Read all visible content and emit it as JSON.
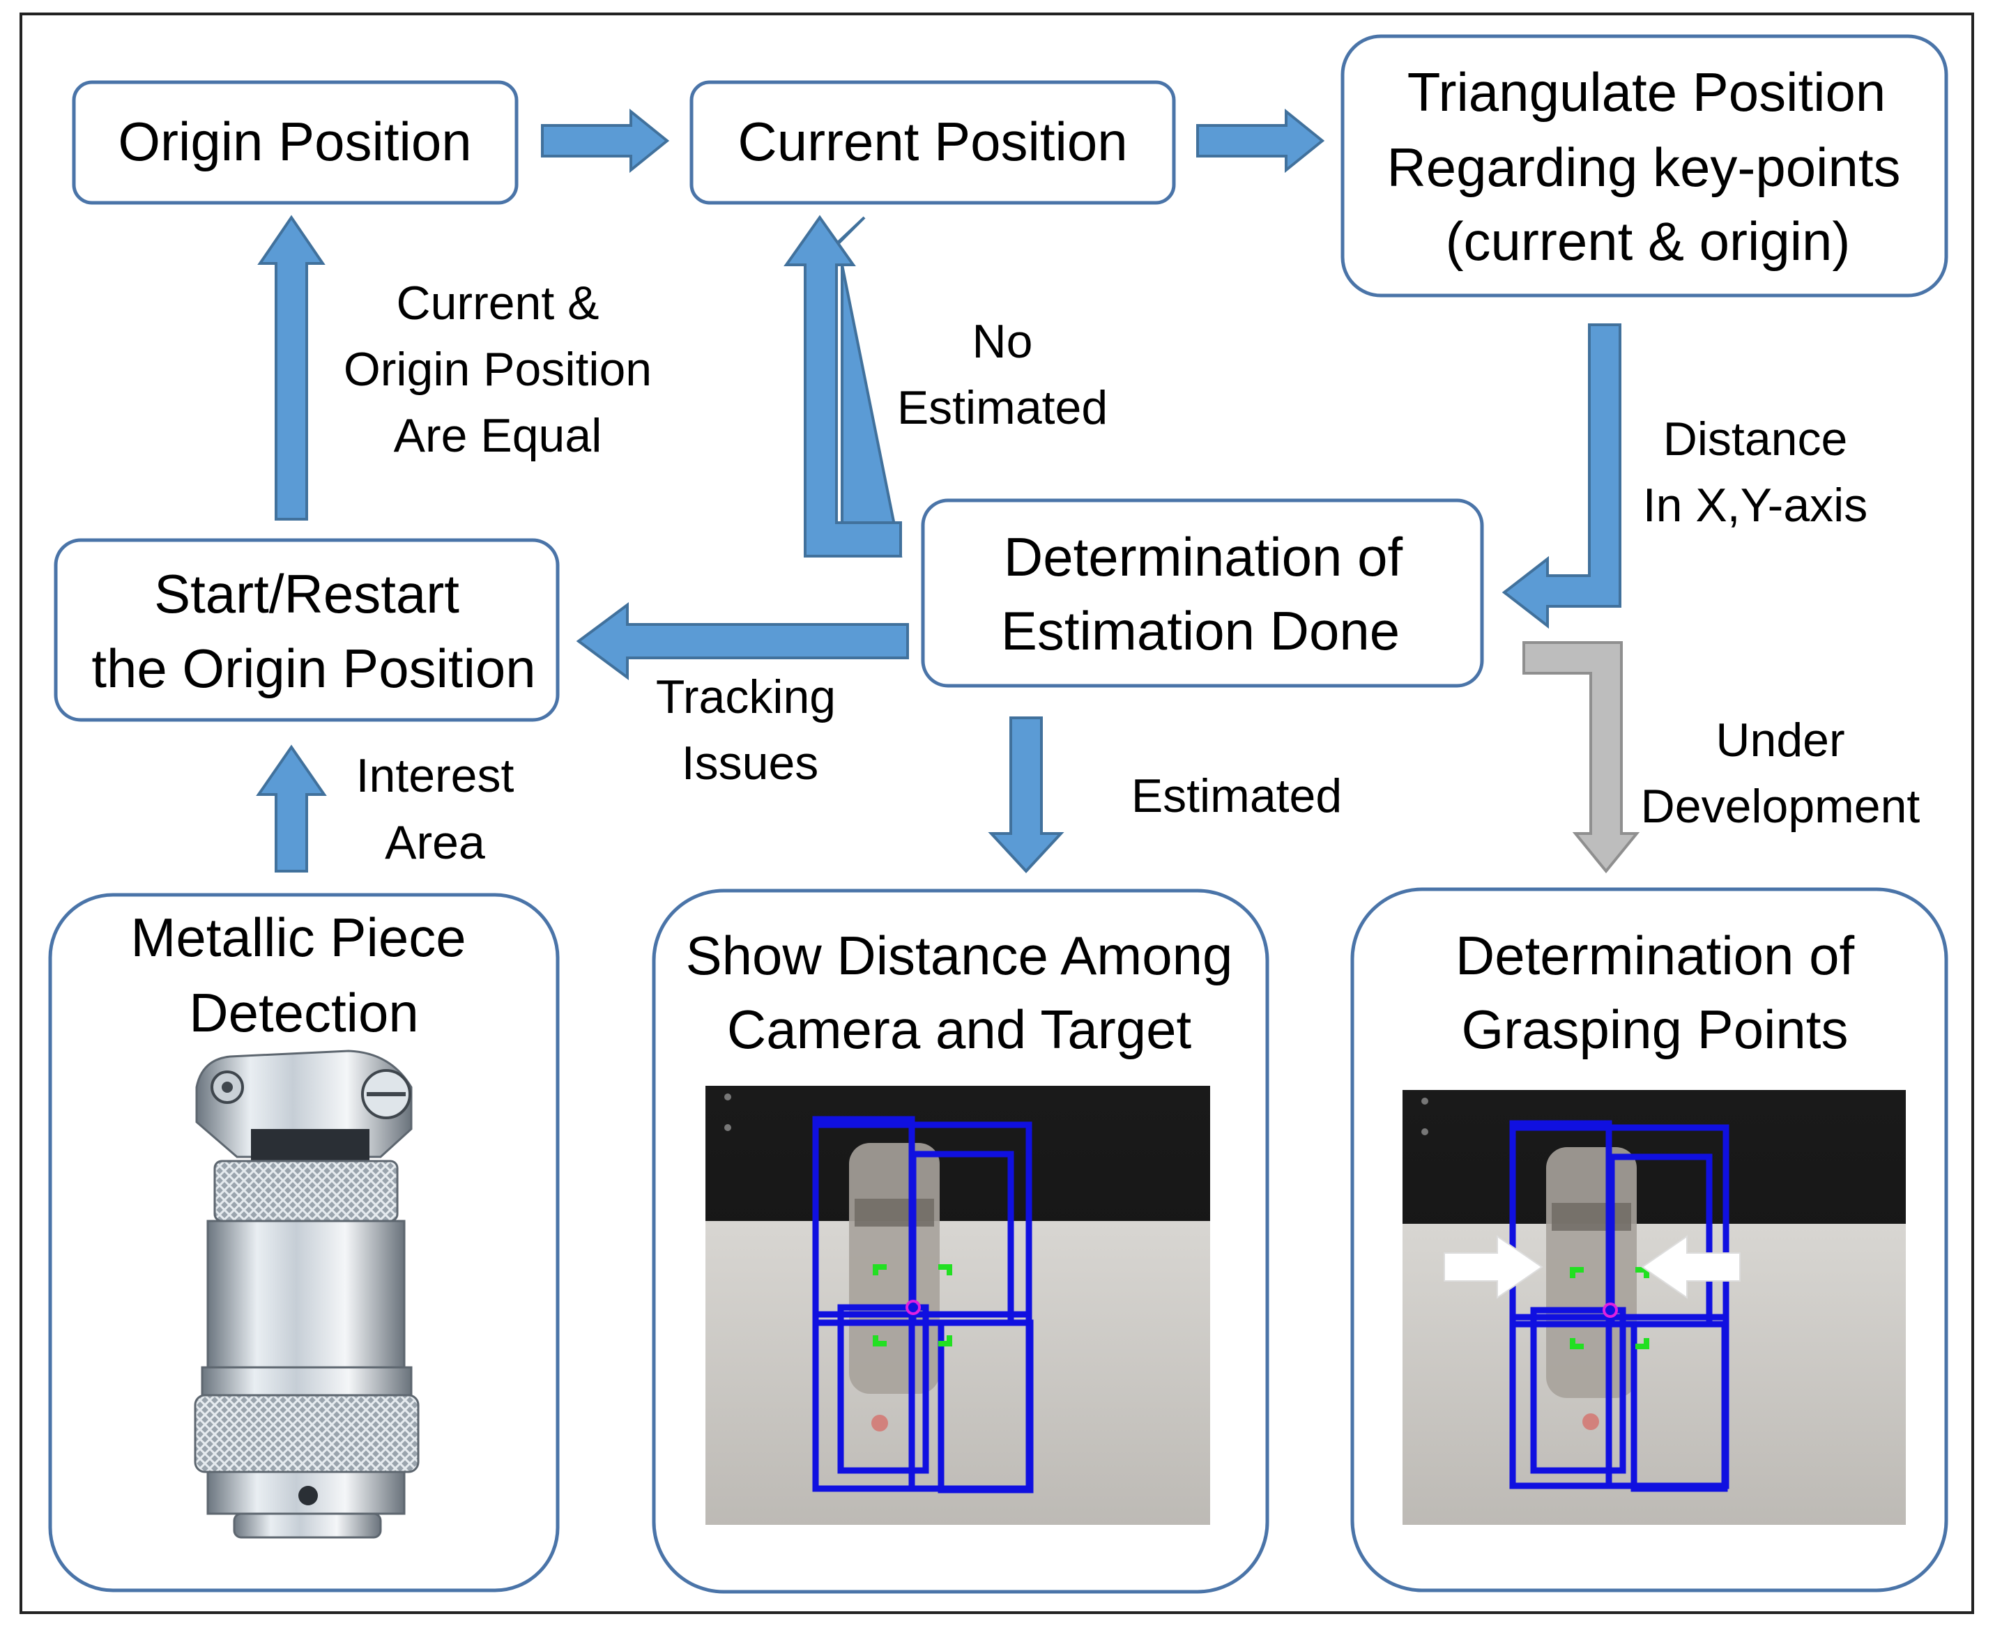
{
  "nodes": {
    "origin_position": {
      "lines": [
        "Origin Position"
      ]
    },
    "current_position": {
      "lines": [
        "Current Position"
      ]
    },
    "triangulate": {
      "lines": [
        "Triangulate Position",
        "Regarding key-points",
        "(current & origin)"
      ]
    },
    "start_restart": {
      "lines": [
        "Start/Restart",
        "the Origin Position"
      ]
    },
    "determination_estimation": {
      "lines": [
        "Determination of",
        "Estimation Done"
      ]
    },
    "metallic_piece": {
      "lines": [
        "Metallic Piece",
        "Detection"
      ]
    },
    "show_distance": {
      "lines": [
        "Show Distance Among",
        "Camera and Target"
      ]
    },
    "grasping_points": {
      "lines": [
        "Determination of",
        "Grasping Points"
      ]
    }
  },
  "edge_labels": {
    "equal": {
      "lines": [
        "Current &",
        "Origin Position",
        "Are Equal"
      ]
    },
    "no_estimated": {
      "lines": [
        "No",
        "Estimated"
      ]
    },
    "distance_xy": {
      "lines": [
        "Distance",
        "In X,Y-axis"
      ]
    },
    "tracking_issues": {
      "lines": [
        "Tracking",
        "Issues"
      ]
    },
    "interest_area": {
      "lines": [
        "Interest",
        "Area"
      ]
    },
    "estimated": {
      "lines": [
        "Estimated"
      ]
    },
    "under_development": {
      "lines": [
        "Under",
        "Development"
      ]
    }
  },
  "colors": {
    "arrow_blue": "#5b9bd5",
    "arrow_grey": "#bdbdbd",
    "box_border": "#4a74a8",
    "detection_box": "#1010e0",
    "detection_green": "#22e022",
    "highlight_arrow": "#ffffff"
  },
  "images": {
    "metallic_piece_photo": "metallic-connector-photo",
    "distance_camera_frame": "camera-frame-with-detection-boxes",
    "grasping_camera_frame": "camera-frame-with-grasping-arrows"
  }
}
